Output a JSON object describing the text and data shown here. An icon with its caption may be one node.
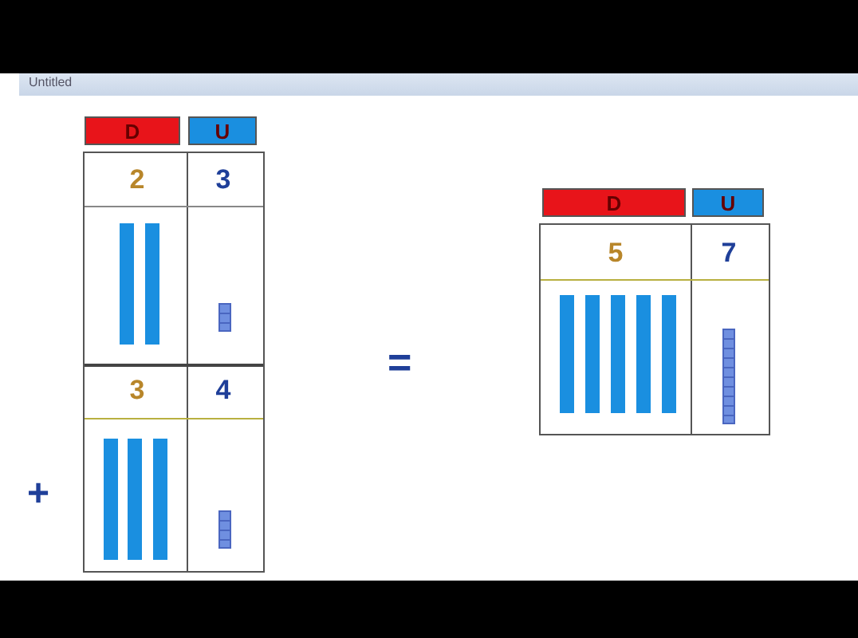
{
  "diagram": {
    "nodes": [
      {
        "text": [
          "D"
        ]
      },
      {
        "text": [
          "U"
        ]
      },
      {
        "text": [
          "D"
        ]
      },
      {
        "text": [
          "U"
        ]
      }
    ],
    "labels": [
      "Untitled",
      "2",
      "3",
      "3",
      "4",
      "+",
      "=",
      "5",
      "7"
    ]
  }
}
